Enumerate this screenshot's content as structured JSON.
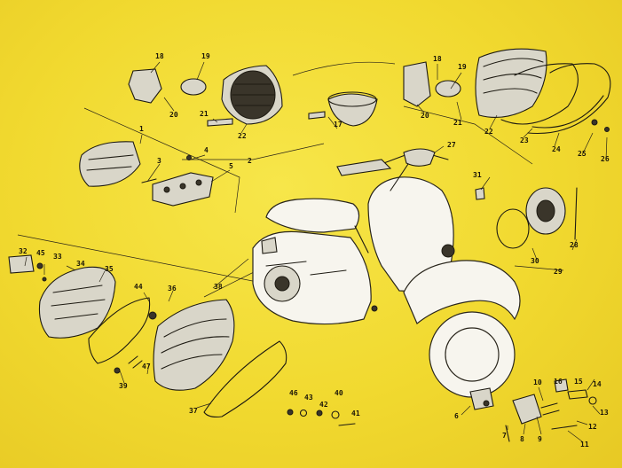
{
  "diagram": {
    "callouts": [
      "1",
      "2",
      "3",
      "4",
      "5",
      "6",
      "7",
      "8",
      "9",
      "10",
      "11",
      "12",
      "13",
      "14",
      "15",
      "16",
      "17",
      "18",
      "19",
      "20",
      "21",
      "22",
      "23",
      "24",
      "25",
      "26",
      "27",
      "28",
      "29",
      "30",
      "31",
      "32",
      "33",
      "34",
      "35",
      "36",
      "37",
      "38",
      "39",
      "40",
      "41",
      "42",
      "43",
      "44",
      "45",
      "46",
      "47",
      "18",
      "19",
      "20",
      "21",
      "22"
    ]
  }
}
